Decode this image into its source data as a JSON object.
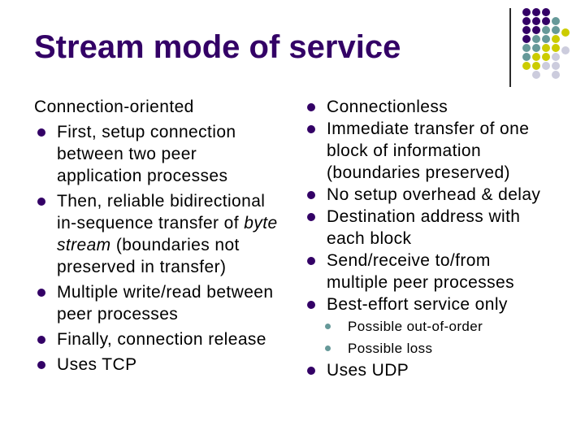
{
  "title": "Stream mode of service",
  "colors": {
    "background": "#FFFFFF",
    "title_text": "#330066",
    "body_text": "#000000",
    "bullet_main": "#330066",
    "bullet_sub": "#669999",
    "divider_line": "#2B2B2B"
  },
  "decoration": {
    "palette": {
      "p": "#330066",
      "t": "#669999",
      "y": "#CCCC00",
      "g": "#CCCCDD"
    },
    "dots_pattern": [
      "ppp..",
      "pppt.",
      "pptty",
      "ptty.",
      "ttyyg",
      "tyyg.",
      "yygg.",
      ".g.g."
    ]
  },
  "left_column": {
    "header": "Connection-oriented",
    "items": [
      {
        "text": "First, setup connection\nbetween two peer\napplication processes"
      },
      {
        "text_pre": "Then, reliable bidirectional\nin-sequence transfer of ",
        "text_italic": "byte\nstream",
        "text_post": " (boundaries not\npreserved in transfer)"
      },
      {
        "text": "Multiple write/read between\npeer processes"
      },
      {
        "text": "Finally, connection release"
      },
      {
        "text": "Uses TCP"
      }
    ]
  },
  "right_column": {
    "items": [
      {
        "text": "Connectionless"
      },
      {
        "text": "Immediate transfer of one\nblock of information\n(boundaries preserved)"
      },
      {
        "text": "No setup overhead & delay"
      },
      {
        "text": "Destination address with\neach block"
      },
      {
        "text": "Send/receive to/from\nmultiple peer processes"
      },
      {
        "text": "Best-effort service only"
      },
      {
        "text": "Possible out-of-order",
        "level": "sub"
      },
      {
        "text": "Possible loss",
        "level": "sub"
      },
      {
        "text": "Uses UDP"
      }
    ]
  }
}
